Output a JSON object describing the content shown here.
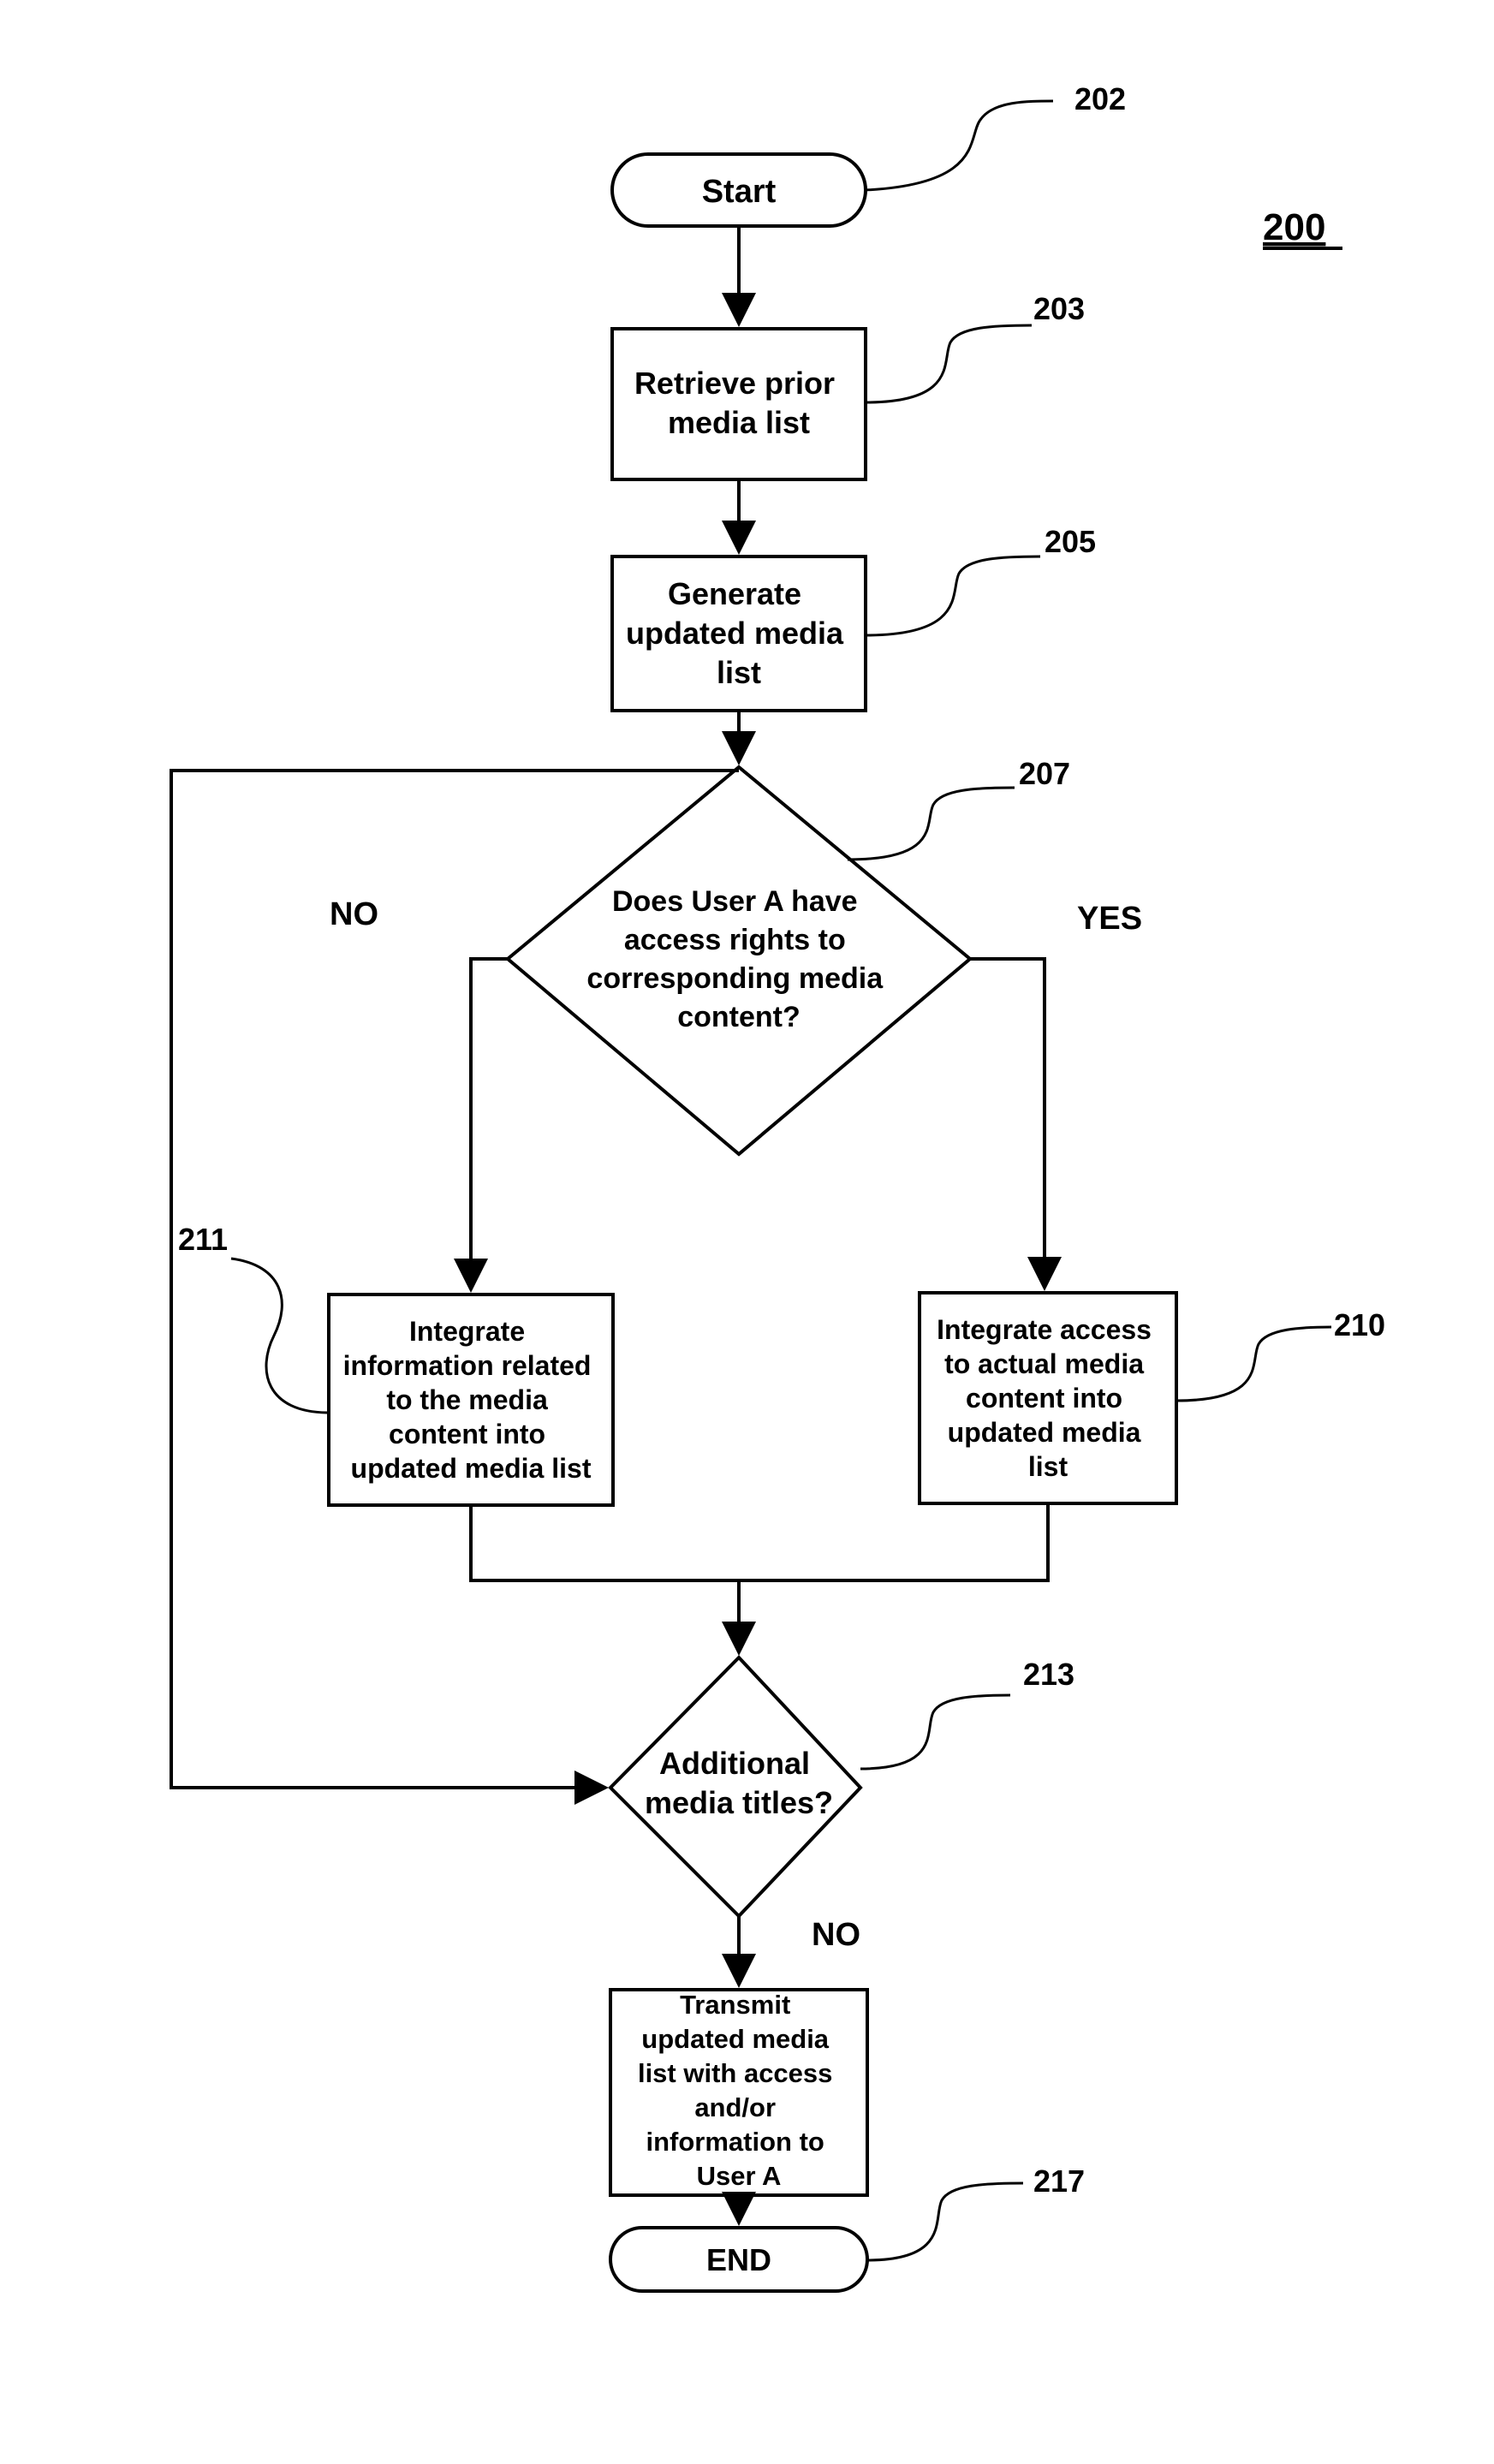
{
  "figure": {
    "number": "200"
  },
  "nodes": {
    "start": {
      "ref": "202",
      "lines": [
        "Start"
      ]
    },
    "retrieve": {
      "ref": "203",
      "lines": [
        "Retrieve prior",
        "media list"
      ]
    },
    "generate": {
      "ref": "205",
      "lines": [
        "Generate",
        "updated media",
        "list"
      ]
    },
    "decision1": {
      "ref": "207",
      "lines": [
        "Does User A have",
        "access rights to",
        "corresponding media",
        "content?"
      ]
    },
    "integrate_info": {
      "ref": "211",
      "lines": [
        "Integrate",
        "information related",
        "to the media",
        "content into",
        "updated media list"
      ]
    },
    "integrate_access": {
      "ref": "210",
      "lines": [
        "Integrate access",
        "to actual media",
        "content into",
        "updated media",
        "list"
      ]
    },
    "decision2": {
      "ref": "213",
      "lines": [
        "Additional",
        "media titles?"
      ]
    },
    "transmit": {
      "lines": [
        "Transmit",
        "updated media",
        "list with access",
        "and/or",
        "information to",
        "User A"
      ]
    },
    "end": {
      "ref": "217",
      "lines": [
        "END"
      ]
    }
  },
  "branch_labels": {
    "decision1_no": "NO",
    "decision1_yes": "YES",
    "decision2_no": "NO"
  }
}
